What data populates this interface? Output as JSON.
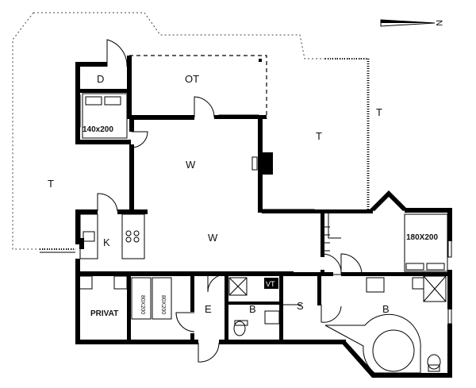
{
  "compass": {
    "label": "N"
  },
  "rooms": {
    "D": "D",
    "OT": "OT",
    "T_east": "T",
    "T_terrace": "T",
    "T_west": "T",
    "W_upper": "W",
    "W_lower": "W",
    "K": "K",
    "PRIVAT": "PRIVAT",
    "E": "E",
    "B_small": "B",
    "VT": "VT",
    "S": "S",
    "B_large": "B"
  },
  "beds": {
    "bed_140": "140x200",
    "bed_180": "180X200",
    "bed_80a": "80X200",
    "bed_80b": "80X200"
  },
  "colors": {
    "wall": "#000000",
    "background": "#ffffff"
  }
}
